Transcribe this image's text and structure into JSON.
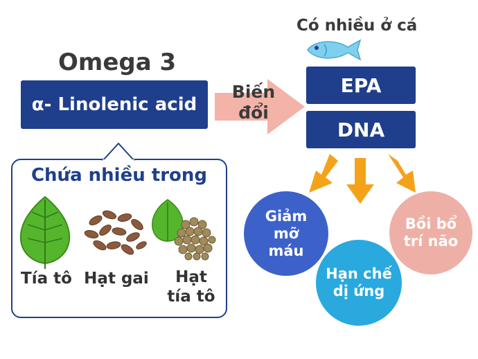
{
  "title": "Omega 3",
  "ala_label": "α- Linolenic acid",
  "transform_label": "Biến đổi",
  "fish_caption": "Có nhiều ở cá",
  "epa_label": "EPA",
  "dna_label": "DNA",
  "source_heading": "Chứa nhiều trong",
  "sources": [
    {
      "label": "Tía tô"
    },
    {
      "label": "Hạt gai"
    },
    {
      "label": "Hạt tía tô"
    }
  ],
  "benefits": [
    {
      "label": "Giảm mỡ máu",
      "color": "#3c62c9"
    },
    {
      "label": "Hạn chế dị ứng",
      "color": "#29a9dd"
    },
    {
      "label": "Bồi bổ trí não",
      "color": "#eeb0a6"
    }
  ],
  "colors": {
    "navy": "#1f3f8c",
    "arrow_pink": "#f3b3a8",
    "arrow_orange": "#f5a21b",
    "leaf_green": "#55b52c",
    "fish_blue": "#7fd0ee",
    "seed_brown": "#8b5a3c",
    "perilla_seed": "#a08a5a"
  },
  "icons": [
    "fish-icon",
    "leaf-icon",
    "flax-seeds-icon",
    "perilla-seeds-icon"
  ]
}
